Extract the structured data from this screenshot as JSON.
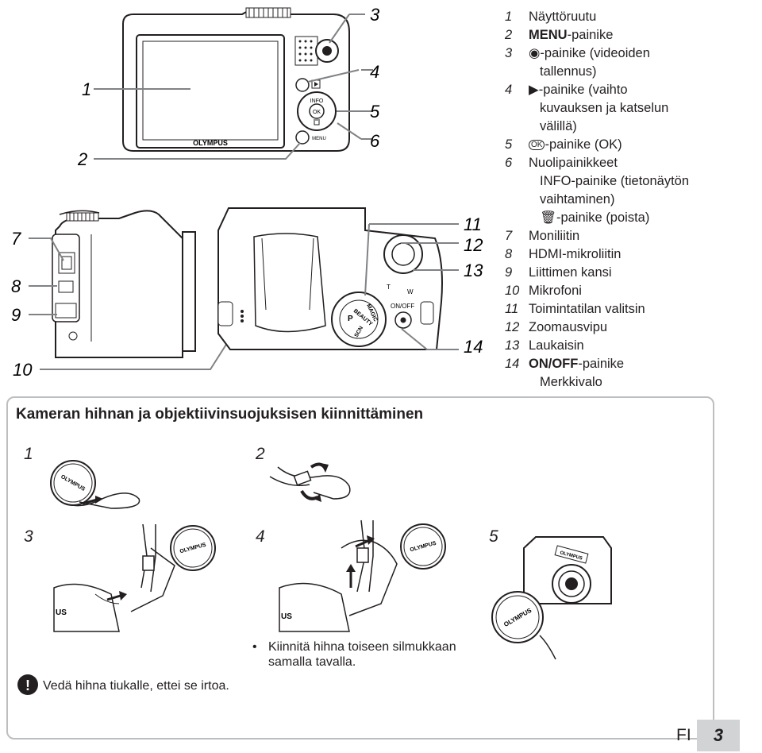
{
  "callouts_top": {
    "c1": "1",
    "c2": "2",
    "c3": "3",
    "c4": "4",
    "c5": "5",
    "c6": "6"
  },
  "callouts_side": {
    "c7": "7",
    "c8": "8",
    "c9": "9",
    "c10": "10",
    "c11": "11",
    "c12": "12",
    "c13": "13",
    "c14": "14"
  },
  "camera_labels": {
    "brand": "OLYMPUS",
    "info": "INFO",
    "ok": "OK",
    "menu": "MENU",
    "on_off": "ON/OFF",
    "zoom_t": "T",
    "zoom_w": "W",
    "dial_beauty": "BEAUTY",
    "dial_p": "P",
    "dial_magic": "MAGIC",
    "dial_scn": "SCN"
  },
  "parts": [
    {
      "num": "1",
      "pre": "",
      "text": "Näyttöruutu",
      "cont": []
    },
    {
      "num": "2",
      "pre": "MENU",
      "text": "-painike",
      "cont": []
    },
    {
      "num": "3",
      "pre": "◉",
      "text": "-painike (videoiden",
      "cont": [
        "tallennus)"
      ]
    },
    {
      "num": "4",
      "pre": "▶",
      "text": "-painike (vaihto",
      "cont": [
        "kuvauksen ja katselun",
        "välillä)"
      ]
    },
    {
      "num": "5",
      "pre": "OK",
      "text": "-painike (OK)",
      "cont": []
    },
    {
      "num": "6",
      "pre": "",
      "text": "Nuolipainikkeet",
      "cont": [
        "INFO-painike (tietonäytön",
        "vaihtaminen)",
        "🗑-painike (poista)"
      ]
    },
    {
      "num": "7",
      "pre": "",
      "text": "Moniliitin",
      "cont": []
    },
    {
      "num": "8",
      "pre": "",
      "text": "HDMI-mikroliitin",
      "cont": []
    },
    {
      "num": "9",
      "pre": "",
      "text": "Liittimen kansi",
      "cont": []
    },
    {
      "num": "10",
      "pre": "",
      "text": "Mikrofoni",
      "cont": []
    },
    {
      "num": "11",
      "pre": "",
      "text": "Toimintatilan valitsin",
      "cont": []
    },
    {
      "num": "12",
      "pre": "",
      "text": "Zoomausvipu",
      "cont": []
    },
    {
      "num": "13",
      "pre": "",
      "text": "Laukaisin",
      "cont": []
    },
    {
      "num": "14",
      "pre": "ON/OFF",
      "text": "-painike",
      "cont": [
        "Merkkivalo"
      ]
    }
  ],
  "strap_box": {
    "title": "Kameran hihnan ja objektiivinsuojuksisen kiinnittäminen",
    "steps": {
      "s1": "1",
      "s2": "2",
      "s3": "3",
      "s4": "4",
      "s5": "5"
    },
    "cap_brand": "OLYMPUS",
    "camera_fragment": "US",
    "bullet_marker": "•",
    "bullet_text": "Kiinnitä hihna toiseen silmukkaan samalla tavalla.",
    "caution_symbol": "!",
    "caution_text": "Vedä hihna tiukalle, ettei se irtoa."
  },
  "footer": {
    "lang": "FI",
    "page": "3"
  }
}
